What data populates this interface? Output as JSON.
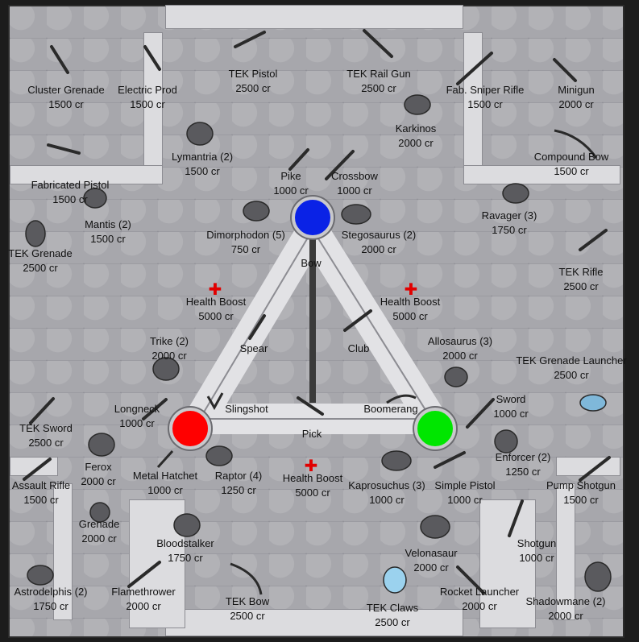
{
  "colors": {
    "blue_base": "#0a22e6",
    "red_base": "#ff0000",
    "green_base": "#00e600",
    "health_cross": "#e10000",
    "floor": "#a7a7ac",
    "wall": "#dcdcdf"
  },
  "bases": {
    "blue": "blue-base",
    "red": "red-base",
    "green": "green-base"
  },
  "items": [
    {
      "name": "Cluster Grenade",
      "price": "1500 cr",
      "icon": "cluster-grenade-icon"
    },
    {
      "name": "Electric Prod",
      "price": "1500 cr",
      "icon": "electric-prod-icon"
    },
    {
      "name": "TEK Pistol",
      "price": "2500 cr",
      "icon": "tek-pistol-icon"
    },
    {
      "name": "TEK Rail Gun",
      "price": "2500 cr",
      "icon": "tek-rail-gun-icon"
    },
    {
      "name": "Fab. Sniper Rifle",
      "price": "1500 cr",
      "icon": "sniper-rifle-icon"
    },
    {
      "name": "Minigun",
      "price": "2000 cr",
      "icon": "minigun-icon"
    },
    {
      "name": "Karkinos",
      "price": "2000 cr",
      "icon": "karkinos-icon"
    },
    {
      "name": "Lymantria (2)",
      "price": "1500 cr",
      "icon": "lymantria-icon"
    },
    {
      "name": "Compound Bow",
      "price": "1500 cr",
      "icon": "compound-bow-icon"
    },
    {
      "name": "Fabricated Pistol",
      "price": "1500 cr",
      "icon": "fabricated-pistol-icon"
    },
    {
      "name": "Pike",
      "price": "1000 cr",
      "icon": "pike-icon"
    },
    {
      "name": "Crossbow",
      "price": "1000 cr",
      "icon": "crossbow-icon"
    },
    {
      "name": "Mantis (2)",
      "price": "1500 cr",
      "icon": "mantis-icon"
    },
    {
      "name": "Ravager (3)",
      "price": "1750 cr",
      "icon": "ravager-icon"
    },
    {
      "name": "Dimorphodon (5)",
      "price": "750 cr",
      "icon": "dimorphodon-icon"
    },
    {
      "name": "Stegosaurus (2)",
      "price": "2000 cr",
      "icon": "stegosaurus-icon"
    },
    {
      "name": "TEK Grenade",
      "price": "2500 cr",
      "icon": "tek-grenade-icon"
    },
    {
      "name": "TEK Rifle",
      "price": "2500 cr",
      "icon": "tek-rifle-icon"
    },
    {
      "name": "Health Boost",
      "price": "5000 cr",
      "icon": "health-cross-icon"
    },
    {
      "name": "Health Boost",
      "price": "5000 cr",
      "icon": "health-cross-icon"
    },
    {
      "name": "Trike (2)",
      "price": "2000 cr",
      "icon": "trike-icon"
    },
    {
      "name": "Allosaurus (3)",
      "price": "2000 cr",
      "icon": "allosaurus-icon"
    },
    {
      "name": "TEK Grenade Launcher",
      "price": "2500 cr",
      "icon": "tek-grenade-launcher-icon"
    },
    {
      "name": "Longneck",
      "price": "1000 cr",
      "icon": "longneck-icon"
    },
    {
      "name": "Sword",
      "price": "1000 cr",
      "icon": "sword-icon"
    },
    {
      "name": "TEK Sword",
      "price": "2500 cr",
      "icon": "tek-sword-icon"
    },
    {
      "name": "Ferox",
      "price": "2000 cr",
      "icon": "ferox-icon"
    },
    {
      "name": "Metal Hatchet",
      "price": "1000 cr",
      "icon": "metal-hatchet-icon"
    },
    {
      "name": "Raptor (4)",
      "price": "1250 cr",
      "icon": "raptor-icon"
    },
    {
      "name": "Health Boost",
      "price": "5000 cr",
      "icon": "health-cross-icon"
    },
    {
      "name": "Kaprosuchus (3)",
      "price": "1000 cr",
      "icon": "kaprosuchus-icon"
    },
    {
      "name": "Simple Pistol",
      "price": "1000 cr",
      "icon": "simple-pistol-icon"
    },
    {
      "name": "Enforcer (2)",
      "price": "1250 cr",
      "icon": "enforcer-icon"
    },
    {
      "name": "Assault Rifle",
      "price": "1500 cr",
      "icon": "assault-rifle-icon"
    },
    {
      "name": "Pump Shotgun",
      "price": "1500 cr",
      "icon": "pump-shotgun-icon"
    },
    {
      "name": "Grenade",
      "price": "2000 cr",
      "icon": "grenade-icon"
    },
    {
      "name": "Bloodstalker",
      "price": "1750 cr",
      "icon": "bloodstalker-icon"
    },
    {
      "name": "Velonasaur",
      "price": "2000 cr",
      "icon": "velonasaur-icon"
    },
    {
      "name": "Shotgun",
      "price": "1000 cr",
      "icon": "shotgun-icon"
    },
    {
      "name": "Astrodelphis (2)",
      "price": "1750 cr",
      "icon": "astrodelphis-icon"
    },
    {
      "name": "Flamethrower",
      "price": "2000 cr",
      "icon": "flamethrower-icon"
    },
    {
      "name": "TEK Bow",
      "price": "2500 cr",
      "icon": "tek-bow-icon"
    },
    {
      "name": "TEK Claws",
      "price": "2500 cr",
      "icon": "tek-claws-icon"
    },
    {
      "name": "Rocket Launcher",
      "price": "2000 cr",
      "icon": "rocket-launcher-icon"
    },
    {
      "name": "Shadowmane (2)",
      "price": "2000 cr",
      "icon": "shadowmane-icon"
    }
  ],
  "free_items": [
    {
      "name": "Bow",
      "icon": "bow-icon"
    },
    {
      "name": "Spear",
      "icon": "spear-icon"
    },
    {
      "name": "Club",
      "icon": "club-icon"
    },
    {
      "name": "Slingshot",
      "icon": "slingshot-icon"
    },
    {
      "name": "Boomerang",
      "icon": "boomerang-icon"
    },
    {
      "name": "Pick",
      "icon": "pick-icon"
    }
  ]
}
